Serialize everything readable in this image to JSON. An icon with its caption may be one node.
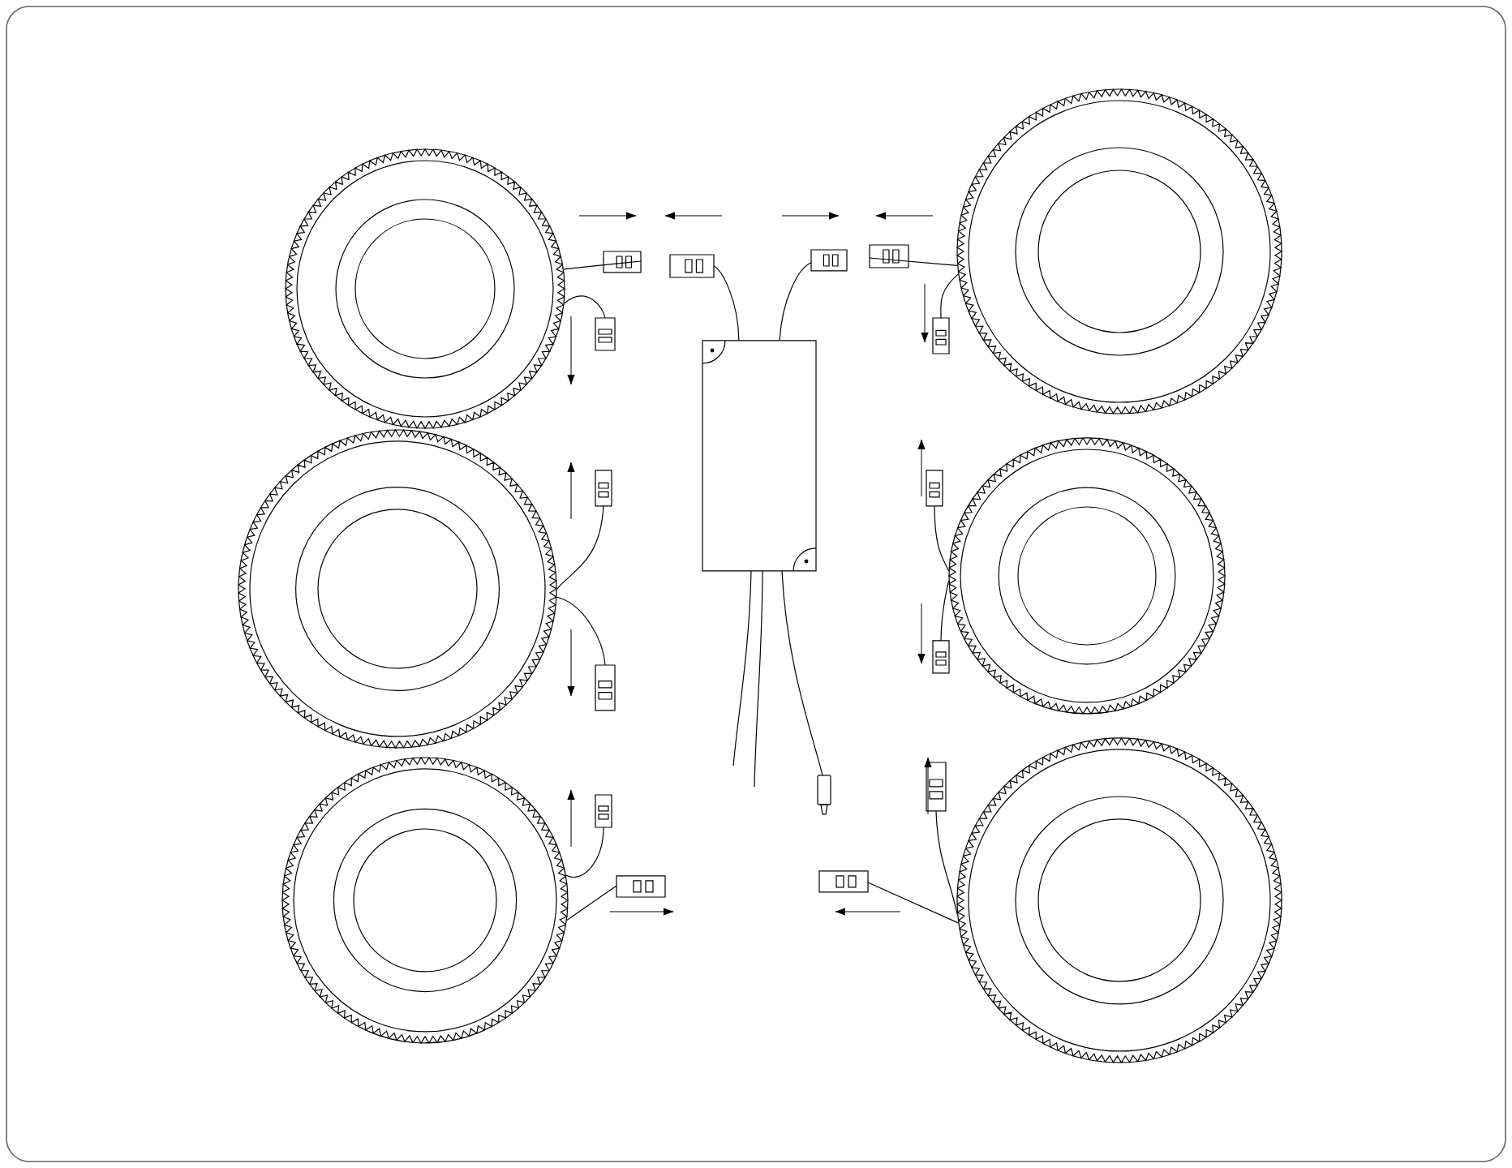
{
  "diagram": {
    "nodes": [
      {
        "text": [],
        "shape": "circle"
      },
      {
        "text": [],
        "shape": "circle"
      },
      {
        "text": [],
        "shape": "box"
      },
      {
        "text": [],
        "shape": "circle"
      },
      {
        "text": [],
        "shape": "circle"
      },
      {
        "text": [],
        "shape": "circle"
      },
      {
        "text": [],
        "shape": "circle"
      }
    ]
  }
}
